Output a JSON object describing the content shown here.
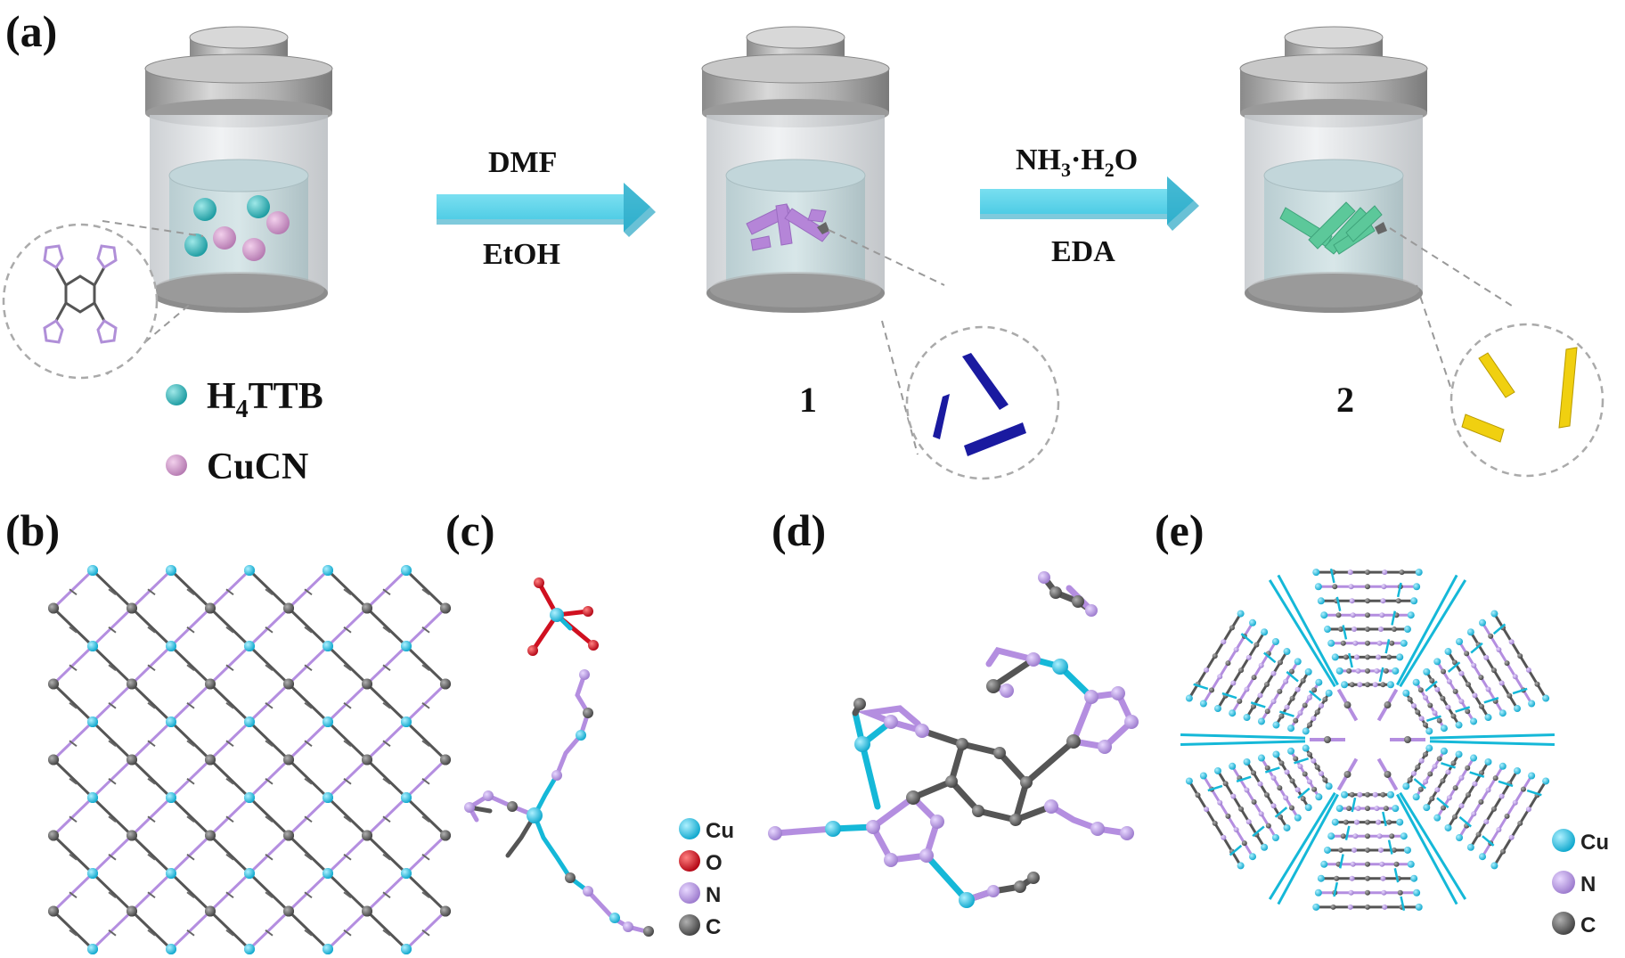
{
  "panels": {
    "a": {
      "label": "(a)",
      "arrow1": {
        "top": "DMF",
        "bottom": "EtOH"
      },
      "arrow2": {
        "top_main": "NH",
        "top_sub1": "3",
        "top_mid": "·H",
        "top_sub2": "2",
        "top_end": "O",
        "bottom": "EDA"
      },
      "legend": [
        {
          "main": "H",
          "sub": "4",
          "rest": "TTB",
          "color": "#1aa3a8"
        },
        {
          "main": "CuCN",
          "sub": "",
          "rest": "",
          "color": "#c07fb8"
        }
      ],
      "product_labels": [
        "1",
        "2"
      ]
    },
    "b": {
      "label": "(b)"
    },
    "c": {
      "label": "(c)",
      "legend": [
        {
          "text": "Cu",
          "color": "#15b8d8"
        },
        {
          "text": "O",
          "color": "#d0101a"
        },
        {
          "text": "N",
          "color": "#b48ee0"
        },
        {
          "text": "C",
          "color": "#555555"
        }
      ]
    },
    "d": {
      "label": "(d)"
    },
    "e": {
      "label": "(e)",
      "legend": [
        {
          "text": "Cu",
          "color": "#15b8d8"
        },
        {
          "text": "N",
          "color": "#b48ee0"
        },
        {
          "text": "C",
          "color": "#555555"
        }
      ]
    }
  },
  "colors": {
    "arrow": "#4fd6ee",
    "crystal1": "#1a1aa0",
    "crystal2": "#f0d010",
    "rod1": "#b585d8",
    "rod2": "#5cc89a"
  }
}
